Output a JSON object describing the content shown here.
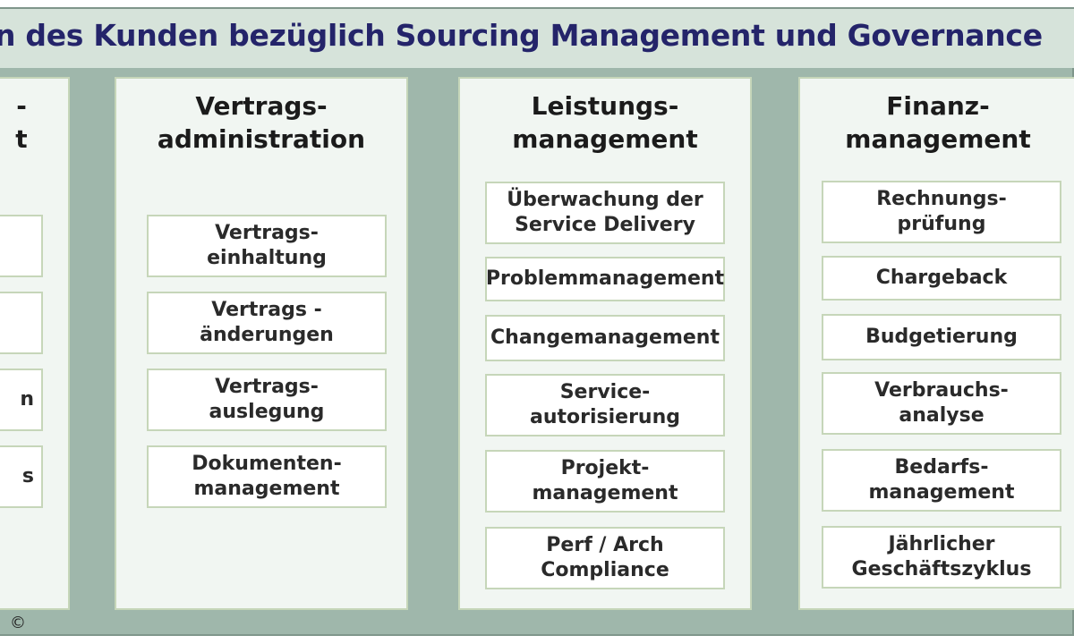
{
  "title": "n des Kunden bezüglich Sourcing Management und Governance",
  "columns": [
    {
      "heading": [
        "-",
        "t"
      ],
      "items": [
        [
          "",
          ""
        ],
        [
          ""
        ],
        [
          "n"
        ],
        [
          "s"
        ]
      ]
    },
    {
      "heading": [
        "Vertrags-",
        "administration"
      ],
      "items": [
        [
          "Vertrags-",
          "einhaltung"
        ],
        [
          "Vertrags -",
          "änderungen"
        ],
        [
          "Vertrags-",
          "auslegung"
        ],
        [
          "Dokumenten-",
          "management"
        ]
      ]
    },
    {
      "heading": [
        "Leistungs-",
        "management"
      ],
      "items": [
        [
          "Überwachung der",
          "Service Delivery"
        ],
        [
          "Problemmanagement"
        ],
        [
          "Changemanagement"
        ],
        [
          "Service-",
          "autorisierung"
        ],
        [
          "Projekt-",
          "management"
        ],
        [
          "Perf / Arch",
          "Compliance"
        ]
      ]
    },
    {
      "heading": [
        "Finanz-",
        "management"
      ],
      "items": [
        [
          "Rechnungs-",
          "prüfung"
        ],
        [
          "Chargeback"
        ],
        [
          "Budgetierung"
        ],
        [
          "Verbrauchs-",
          "analyse"
        ],
        [
          "Bedarfs-",
          "management"
        ],
        [
          "Jährlicher",
          "Geschäftszyklus"
        ]
      ]
    }
  ],
  "copyright": "©",
  "colors": {
    "frame": "#9fb7ab",
    "title_band": "#d6e3da",
    "title_text": "#24246a",
    "column_bg": "#f1f6f2",
    "box_border": "#c6d6b9"
  }
}
